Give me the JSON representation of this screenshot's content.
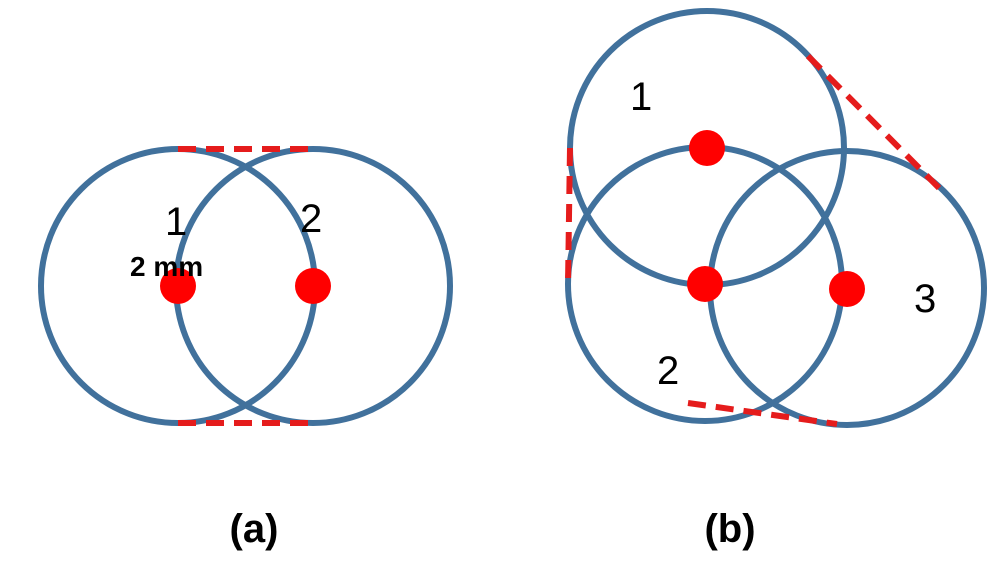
{
  "colors": {
    "circle_stroke": "#41719c",
    "marker": "#ff0000",
    "dashed": "#e51c1c",
    "dimension_text": "#ff0000",
    "text": "#000000"
  },
  "panel_a": {
    "caption": "(a)",
    "circle_labels": [
      "1",
      "2"
    ],
    "spacing_label": "2 mm"
  },
  "panel_b": {
    "caption": "(b)",
    "circle_labels": [
      "1",
      "2",
      "3"
    ]
  }
}
